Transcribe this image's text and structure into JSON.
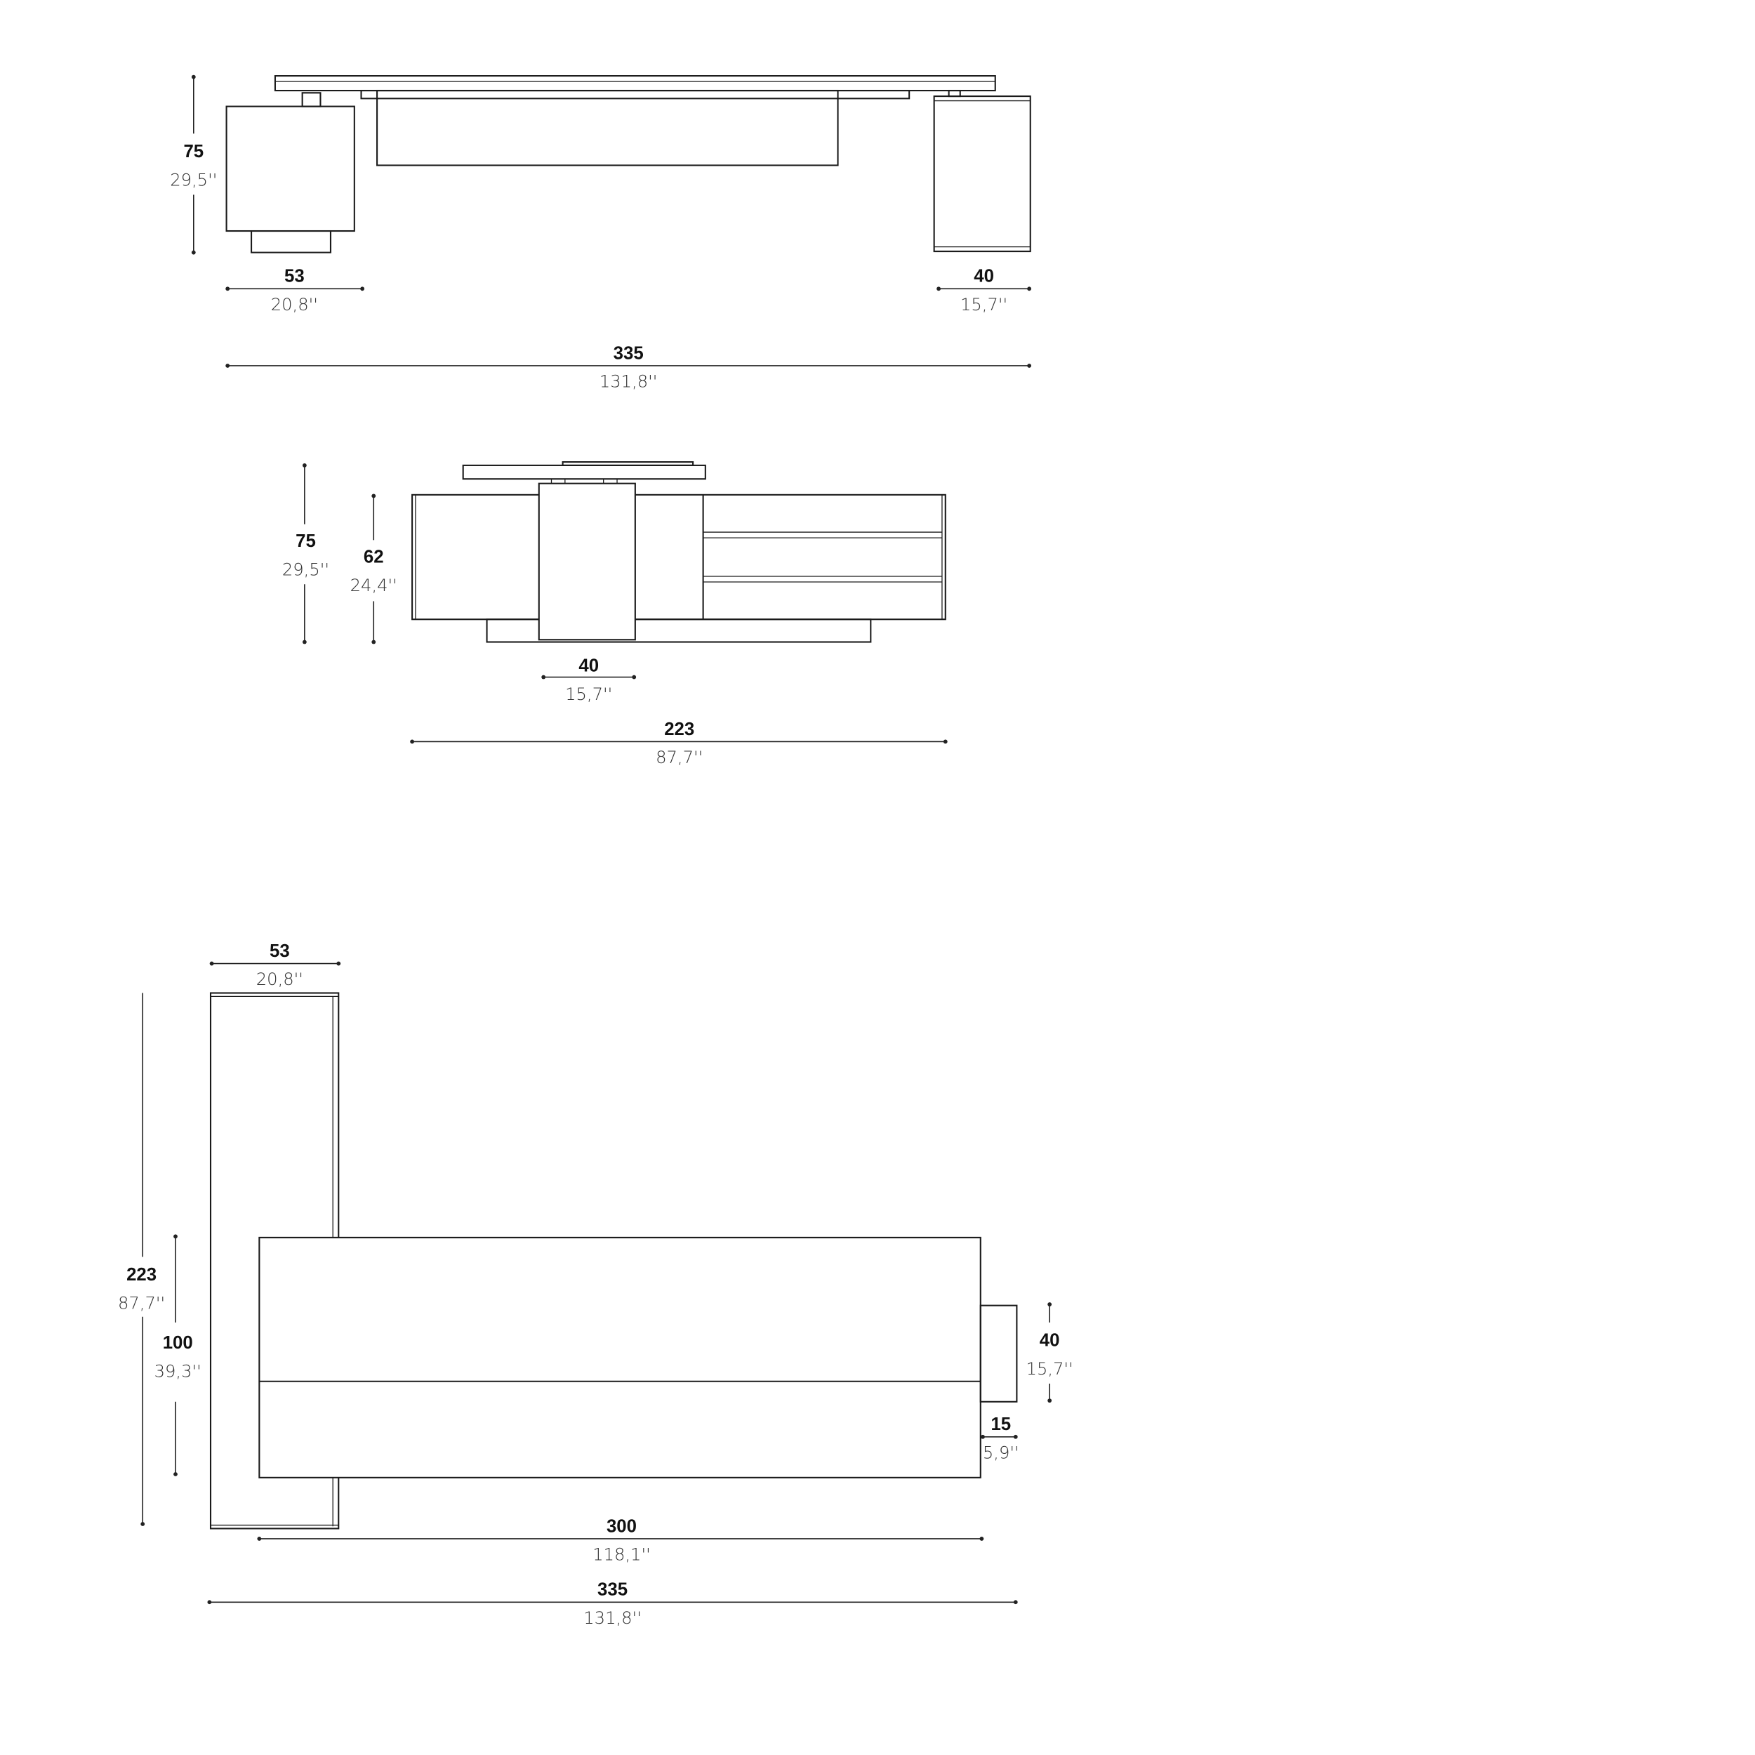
{
  "front_elevation": {
    "height": {
      "cm": "75",
      "in": "29,5''"
    },
    "left_pedestal_width": {
      "cm": "53",
      "in": "20,8''"
    },
    "right_pedestal_width": {
      "cm": "40",
      "in": "15,7''"
    },
    "total_width": {
      "cm": "335",
      "in": "131,8''"
    }
  },
  "side_elevation": {
    "height": {
      "cm": "75",
      "in": "29,5''"
    },
    "cabinet_height": {
      "cm": "62",
      "in": "24,4''"
    },
    "column_width": {
      "cm": "40",
      "in": "15,7''"
    },
    "total_width": {
      "cm": "223",
      "in": "87,7''"
    }
  },
  "plan_view": {
    "return_width": {
      "cm": "53",
      "in": "20,8''"
    },
    "total_depth": {
      "cm": "223",
      "in": "87,7''"
    },
    "desk_depth": {
      "cm": "100",
      "in": "39,3''"
    },
    "pedestal_depth": {
      "cm": "40",
      "in": "15,7''"
    },
    "pedestal_offset": {
      "cm": "15",
      "in": "5,9''"
    },
    "desk_width": {
      "cm": "300",
      "in": "118,1''"
    },
    "total_width": {
      "cm": "335",
      "in": "131,8''"
    }
  }
}
